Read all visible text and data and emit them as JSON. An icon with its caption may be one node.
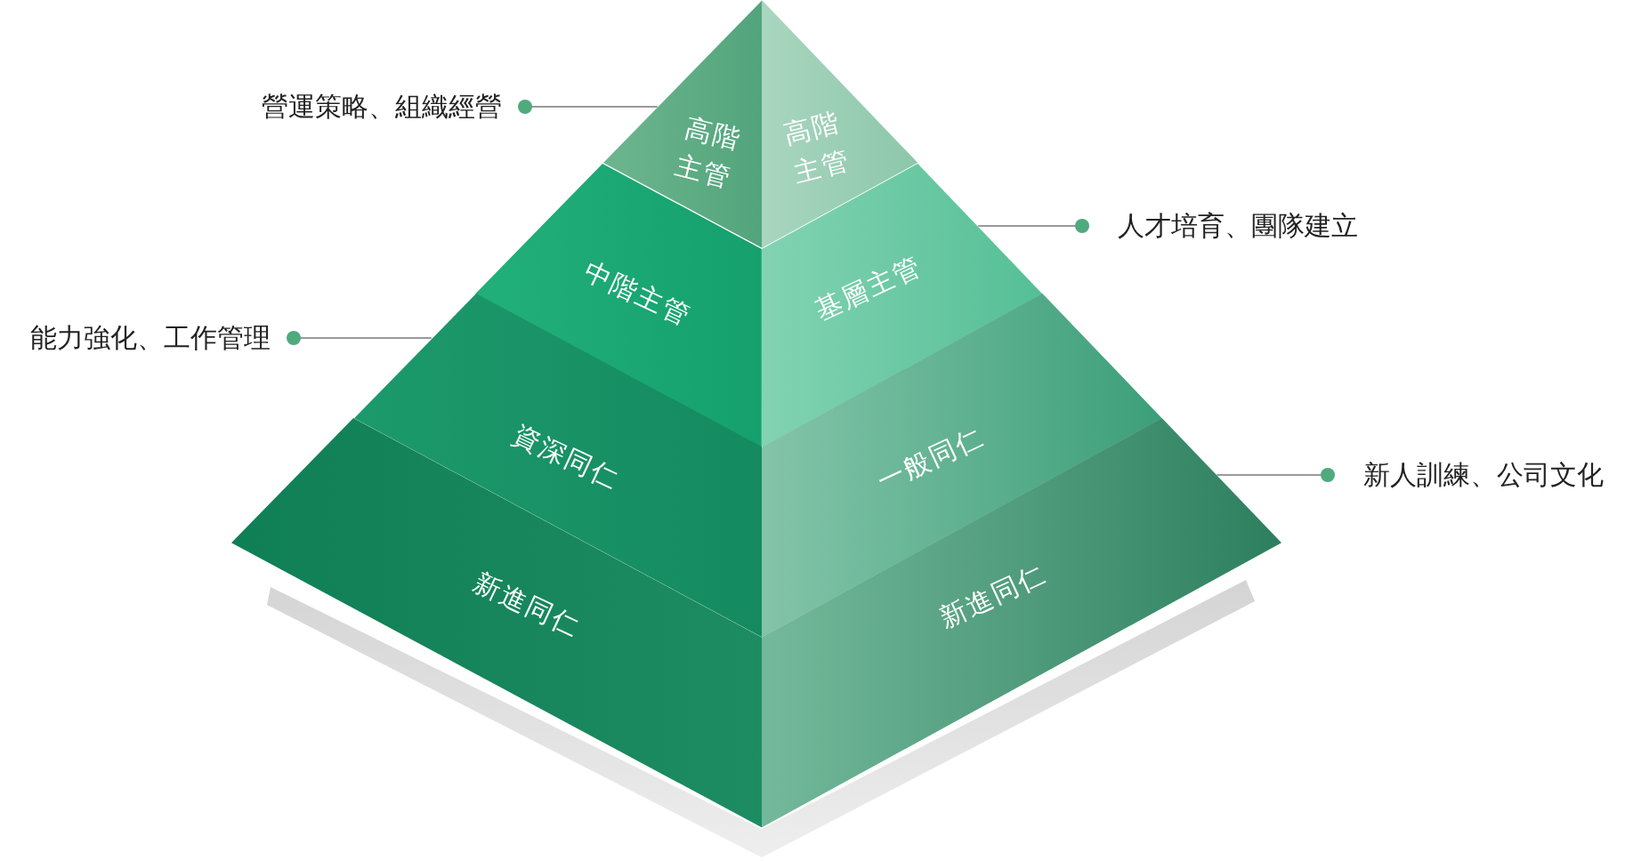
{
  "diagram": {
    "nodes": [
      {
        "text": [
          "營運策略、組織經營"
        ]
      },
      {
        "text": [
          "高階主管"
        ]
      },
      {
        "text": [
          "高階主管"
        ]
      },
      {
        "text": [
          "人才培育、團隊建立"
        ]
      },
      {
        "text": [
          "中階主管"
        ]
      },
      {
        "text": [
          "基層主管"
        ]
      },
      {
        "text": [
          "能力強化、工作管理"
        ]
      },
      {
        "text": [
          "資深同仁"
        ]
      },
      {
        "text": [
          "一般同仁"
        ]
      },
      {
        "text": [
          "新人訓練、公司文化"
        ]
      },
      {
        "text": [
          "新進同仁"
        ]
      },
      {
        "text": [
          "新進同仁"
        ]
      }
    ],
    "edges": [
      {
        "from": 0,
        "to": 1,
        "arrow": "other"
      },
      {
        "from": 3,
        "to": 5,
        "arrow": "other"
      },
      {
        "from": 6,
        "to": 7,
        "arrow": "other"
      },
      {
        "from": 9,
        "to": 11,
        "arrow": "other"
      }
    ]
  }
}
